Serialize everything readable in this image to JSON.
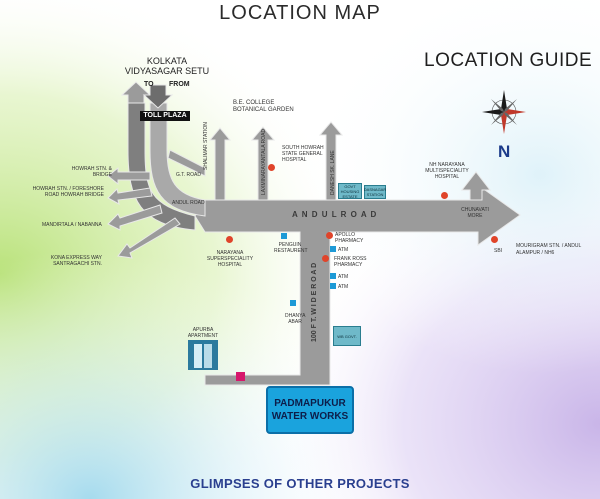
{
  "title": "LOCATION MAP",
  "guide_title": "LOCATION GUIDE",
  "compass_letter": "N",
  "bridge_label_line1": "KOLKATA",
  "bridge_label_line2": "VIDYASAGAR SETU",
  "to_label": "TO",
  "from_label": "FROM",
  "toll_plaza": "TOLL PLAZA",
  "road_andul": "A N D U L   R O A D",
  "road_100ft": "100 F T.  W I D E  R O A D",
  "labels": {
    "be_college": "B.E. COLLEGE",
    "botanical": "BOTANICAL GARDEN",
    "shalimar": "SHALIMAR STATION",
    "laxmi_road": "LAXMINARAYANTALA ROAD",
    "south_howrah": "SOUTH HOWRAH STATE GENERAL HOSPITAL",
    "danesh": "DANESH SK. LANE",
    "govt_housing": "GOVT HOUSING ESTATE",
    "dasnagar": "DASNAGAR STATION",
    "nh_narayana": "NH NARAYANA MULTISPECIALITY HOSPITAL",
    "gt_road": "G.T. ROAD",
    "andul_road_small": "ANDUL ROAD",
    "howrah_stn": "HOWRAH STN. & BRIDGE",
    "howrah_foreshore": "HOWRAH STN. / FORESHORE ROAD HOWRAH BRIDGE",
    "mandirtala": "MANDIRTALA / NABANNA",
    "kona": "KONA EXPRESS WAY SANTRAGACHI STN.",
    "chunavati": "CHUNAVATI MORE",
    "sbi": "SBI",
    "mourigram": "MOURIGRAM STN. / ANDUL ALAMPUR / NH6",
    "narayana_super": "NARAYANA SUPERSPECIALITY HOSPITAL",
    "penguin": "PENGUIN RESTAURENT",
    "apollo": "APOLLO PHARMACY",
    "frank_ross": "FRANK ROSS PHARMACY",
    "atm1": "ATM",
    "atm2": "ATM",
    "atm3": "ATM",
    "dhanya": "DHANYA ABAR",
    "wb_govt": "WB GOVT.",
    "apurba": "APURBA APARTMENT"
  },
  "padmapukur": "PADMAPUKUR WATER WORKS",
  "footer": "GLIMPSES OF OTHER PROJECTS"
}
